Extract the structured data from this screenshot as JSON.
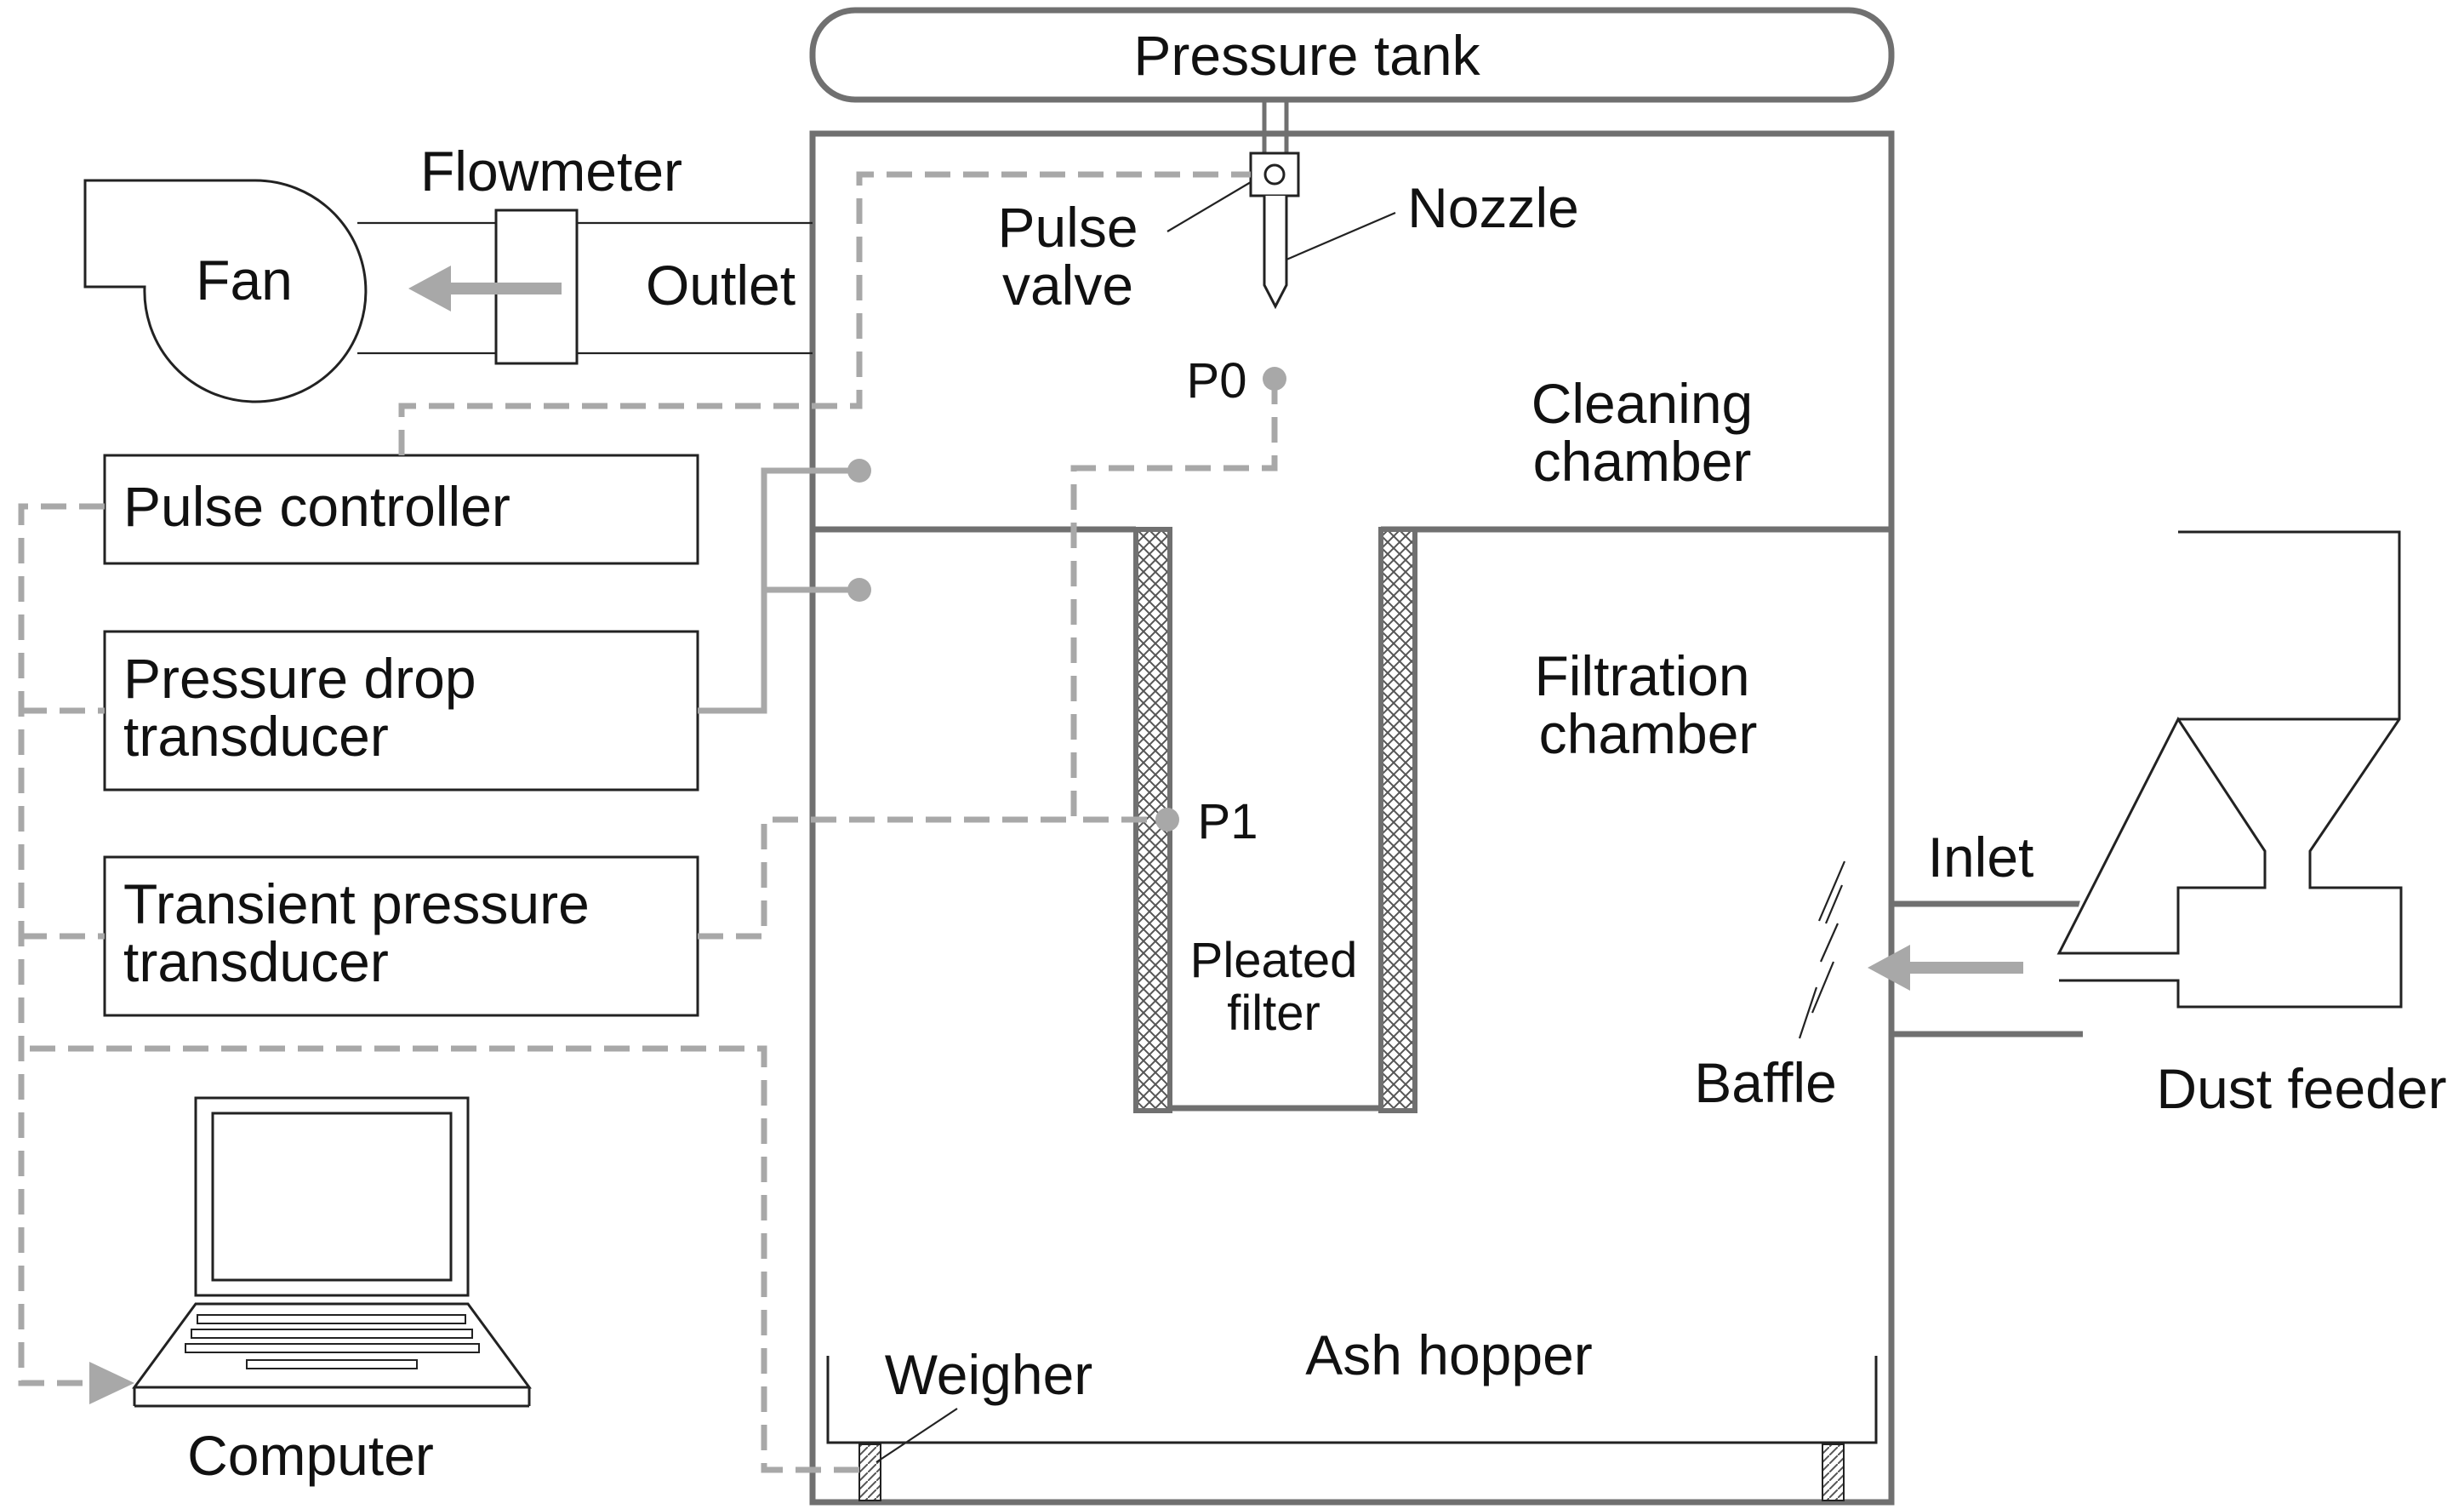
{
  "diagram": {
    "labels": {
      "pressure_tank": "Pressure tank",
      "flowmeter": "Flowmeter",
      "fan": "Fan",
      "outlet": "Outlet",
      "pulse_valve_line1": "Pulse",
      "pulse_valve_line2": "valve",
      "nozzle": "Nozzle",
      "p0": "P0",
      "p1": "P1",
      "cleaning_chamber_line1": "Cleaning",
      "cleaning_chamber_line2": "chamber",
      "filtration_chamber_line1": "Filtration",
      "filtration_chamber_line2": "chamber",
      "pleated_filter_line1": "Pleated",
      "pleated_filter_line2": "filter",
      "inlet": "Inlet",
      "baffle": "Baffle",
      "dust_feeder": "Dust feeder",
      "ash_hopper": "Ash hopper",
      "weigher": "Weigher",
      "computer": "Computer",
      "pulse_controller": "Pulse controller",
      "pressure_drop_line1": "Pressure drop",
      "pressure_drop_line2": "transducer",
      "transient_line1": "Transient pressure",
      "transient_line2": "transducer"
    },
    "colors": {
      "structure": "#707070",
      "signal": "#a8a8a8",
      "outline": "#222222",
      "text": "#111111"
    }
  }
}
